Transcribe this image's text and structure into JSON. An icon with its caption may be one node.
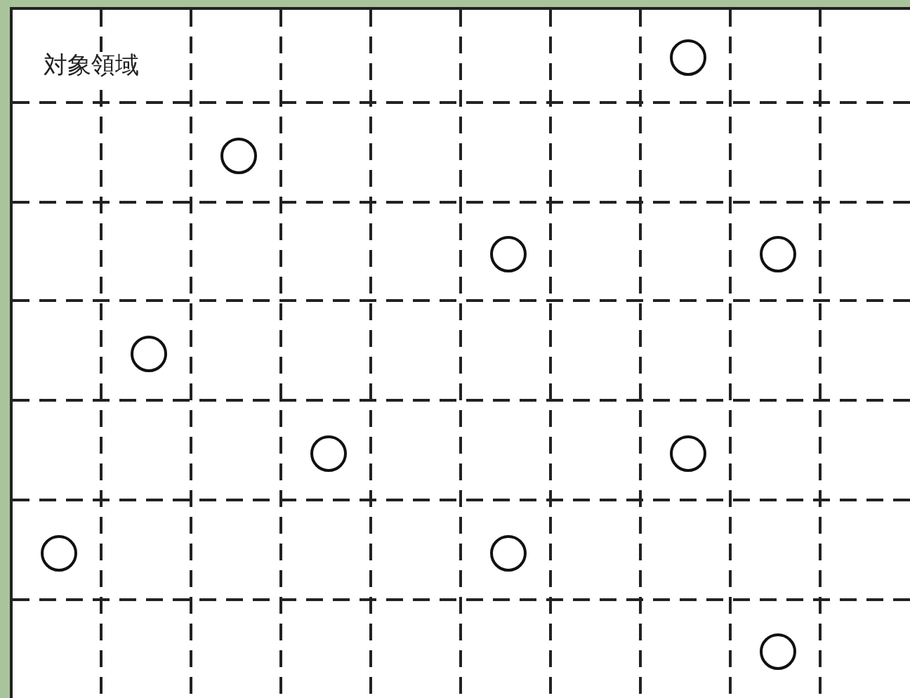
{
  "diagram": {
    "nodes": [
      {
        "text": [
          "対象領域"
        ]
      },
      {
        "text": [],
        "shape": "circle",
        "in": 0
      },
      {
        "text": [],
        "shape": "circle",
        "in": 0
      },
      {
        "text": [],
        "shape": "circle",
        "in": 0
      },
      {
        "text": [],
        "shape": "circle",
        "in": 0
      },
      {
        "text": [],
        "shape": "circle",
        "in": 0
      },
      {
        "text": [],
        "shape": "circle",
        "in": 0
      },
      {
        "text": [],
        "shape": "circle",
        "in": 0
      },
      {
        "text": [],
        "shape": "circle",
        "in": 0
      },
      {
        "text": [],
        "shape": "circle",
        "in": 0
      },
      {
        "text": [],
        "shape": "circle",
        "in": 0
      }
    ]
  }
}
